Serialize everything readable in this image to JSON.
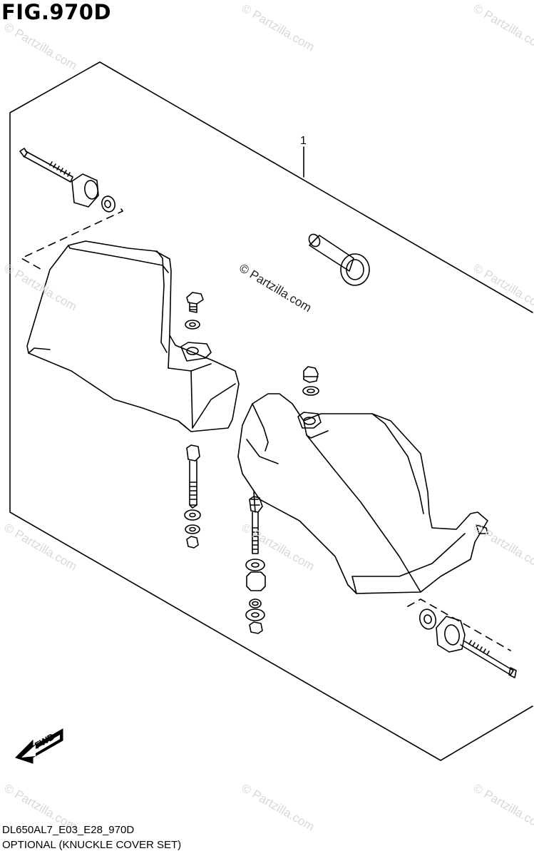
{
  "figure": {
    "title": "FIG.970D",
    "code": "DL650AL7_E03_E28_970D",
    "caption": "OPTIONAL (KNUCKLE COVER SET)"
  },
  "callouts": [
    "1"
  ],
  "watermark": {
    "text": "© Partzilla.com",
    "color": "#d8d8d8"
  },
  "fwd_arrow": {
    "label": "FWD"
  },
  "parts": [
    {
      "name": "left-bolt-long"
    },
    {
      "name": "left-collar"
    },
    {
      "name": "left-nut"
    },
    {
      "name": "left-knuckle-cover"
    },
    {
      "name": "screw"
    },
    {
      "name": "washer"
    },
    {
      "name": "rubber-grommet"
    },
    {
      "name": "cap-nut"
    },
    {
      "name": "right-knuckle-cover"
    },
    {
      "name": "stud-bolt-left"
    },
    {
      "name": "stud-bolt-right"
    },
    {
      "name": "right-collar"
    },
    {
      "name": "right-bolt-long"
    }
  ]
}
